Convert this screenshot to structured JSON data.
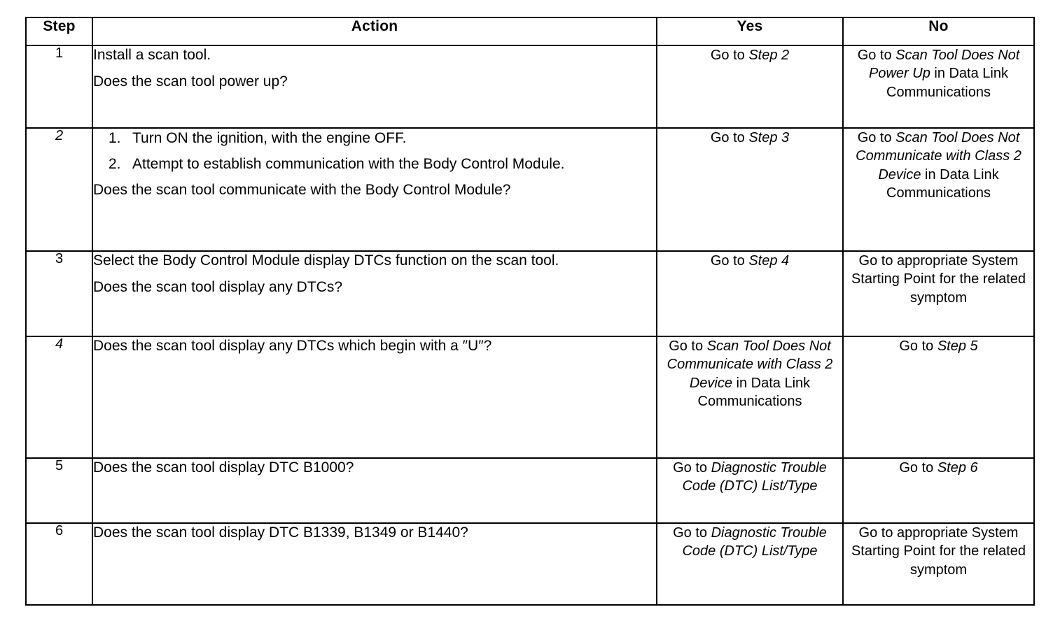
{
  "table": {
    "headers": {
      "step": "Step",
      "action": "Action",
      "yes": "Yes",
      "no": "No"
    },
    "rows": [
      {
        "step": "1",
        "action": {
          "lines": [
            "Install a scan tool.",
            "Does the scan tool power up?"
          ]
        },
        "yes": {
          "plain_prefix": "Go to ",
          "italic": "Step 2",
          "plain_suffix": ""
        },
        "no": {
          "plain_prefix": "Go to ",
          "italic": "Scan Tool Does Not Power Up",
          "plain_suffix": " in Data Link Communications"
        }
      },
      {
        "step": "2",
        "action": {
          "numbered": [
            {
              "marker": "1.",
              "text": "Turn ON the ignition, with the engine OFF."
            },
            {
              "marker": "2.",
              "text": "Attempt to establish communication with the Body Control Module."
            }
          ],
          "question": "Does the scan tool communicate with the Body Control Module?"
        },
        "yes": {
          "plain_prefix": "Go to ",
          "italic": "Step 3",
          "plain_suffix": ""
        },
        "no": {
          "plain_prefix": "Go to ",
          "italic": "Scan Tool Does Not Communicate with Class 2 Device",
          "plain_suffix": " in Data Link Communications"
        }
      },
      {
        "step": "3",
        "action": {
          "lines": [
            "Select the Body Control Module display DTCs function on the scan tool.",
            "Does the scan tool display any DTCs?"
          ]
        },
        "yes": {
          "plain_prefix": "Go to ",
          "italic": "Step 4",
          "plain_suffix": ""
        },
        "no": {
          "plain_prefix": "Go to appropriate System Starting Point for the related symptom",
          "italic": "",
          "plain_suffix": ""
        }
      },
      {
        "step": "4",
        "action": {
          "lines": [
            "Does the scan tool display any DTCs which begin with a ″U″?"
          ]
        },
        "yes": {
          "plain_prefix": "Go to ",
          "italic": "Scan Tool Does Not Communicate with Class 2 Device",
          "plain_suffix": " in Data Link Communications"
        },
        "no": {
          "plain_prefix": "Go to ",
          "italic": "Step 5",
          "plain_suffix": ""
        }
      },
      {
        "step": "5",
        "action": {
          "lines": [
            "Does the scan tool display DTC B1000?"
          ]
        },
        "yes": {
          "plain_prefix": "Go to ",
          "italic": "Diagnostic Trouble Code (DTC) List/Type",
          "plain_suffix": ""
        },
        "no": {
          "plain_prefix": "Go to ",
          "italic": "Step 6",
          "plain_suffix": ""
        }
      },
      {
        "step": "6",
        "action": {
          "lines": [
            "Does the scan tool display DTC B1339, B1349 or B1440?"
          ]
        },
        "yes": {
          "plain_prefix": "Go to ",
          "italic": "Diagnostic Trouble Code (DTC) List/Type",
          "plain_suffix": ""
        },
        "no": {
          "plain_prefix": "Go to appropriate System Starting Point for the related symptom",
          "italic": "",
          "plain_suffix": ""
        }
      }
    ]
  }
}
